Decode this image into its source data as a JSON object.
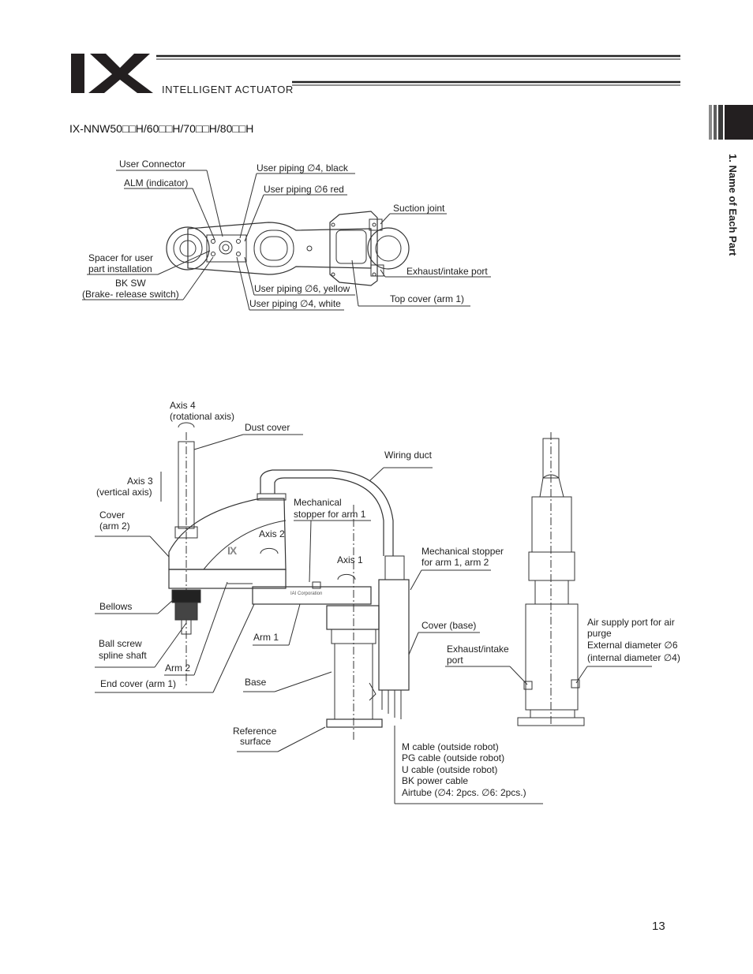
{
  "header": {
    "logo_text": "IX",
    "subtitle": "INTELLIGENT ACTUATOR"
  },
  "side_tab": {
    "label": "1. Name of Each Part"
  },
  "model_title": "IX-NNW50□□H/60□□H/70□□H/80□□H",
  "top_view_labels": {
    "user_connector": "User Connector",
    "alm_indicator": "ALM (indicator)",
    "spacer_line1": "Spacer for user",
    "spacer_line2": "part installation",
    "bk_sw_line1": "BK SW",
    "bk_sw_line2": "(Brake- release switch)",
    "piping_4_black": "User piping ∅4, black",
    "piping_6_red": "User piping ∅6 red",
    "suction_joint": "Suction joint",
    "exhaust_intake_port": "Exhaust/intake port",
    "piping_6_yellow": "User piping ∅6, yellow",
    "piping_4_white": "User piping ∅4, white",
    "top_cover": "Top cover (arm 1)"
  },
  "side_view_labels": {
    "axis4_line1": "Axis 4",
    "axis4_line2": "(rotational axis)",
    "dust_cover": "Dust cover",
    "wiring_duct": "Wiring duct",
    "axis3_line1": "Axis 3",
    "axis3_line2": "(vertical axis)",
    "mech_stop1_line1": "Mechanical",
    "mech_stop1_line2": "stopper for arm 1",
    "cover_arm2_line1": "Cover",
    "cover_arm2_line2": "(arm 2)",
    "axis2": "Axis 2",
    "axis1": "Axis 1",
    "mech_stop12_line1": "Mechanical stopper",
    "mech_stop12_line2": "for arm 1, arm 2",
    "bellows": "Bellows",
    "arm1": "Arm 1",
    "cover_base": "Cover (base)",
    "air_supply_line1": "Air supply port for air",
    "air_supply_line2": "purge",
    "air_supply_line3": "External diameter ∅6",
    "air_supply_line4": "(internal diameter ∅4)",
    "ball_screw_line1": "Ball screw",
    "ball_screw_line2": "spline shaft",
    "exhaust_line1": "Exhaust/intake",
    "exhaust_line2": "port",
    "arm2": "Arm 2",
    "end_cover": "End cover (arm 1)",
    "base": "Base",
    "reference_line1": "Reference",
    "reference_line2": "surface",
    "cable_m": "M cable (outside robot)",
    "cable_pg": "PG cable (outside robot)",
    "cable_u": "U cable (outside robot)",
    "cable_bk": "BK power cable",
    "airtube": "Airtube (∅4: 2pcs. ∅6: 2pcs.)",
    "plate_brand": "IAI Corporation",
    "cover_brand": "IX"
  },
  "page_number": "13",
  "colors": {
    "ink": "#222222",
    "tab": "#231f20",
    "line": "#333333"
  }
}
